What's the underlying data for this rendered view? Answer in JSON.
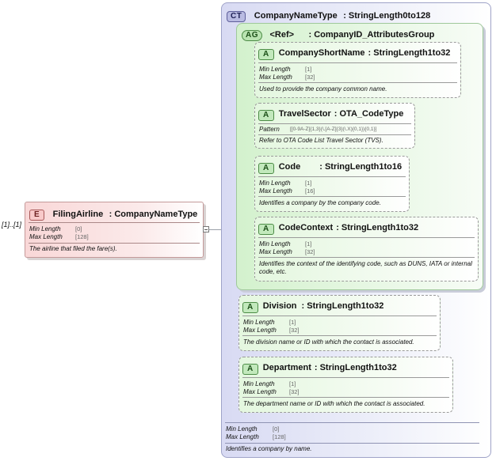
{
  "element": {
    "cardinality": "[1]..[1]",
    "badge": "E",
    "name": "FilingAirline",
    "type": ": CompanyNameType",
    "facets": [
      {
        "label": "Min Length",
        "value": "[0]"
      },
      {
        "label": "Max Length",
        "value": "[128]"
      }
    ],
    "doc": "The airline that filed the fare(s)."
  },
  "complex_type": {
    "badge": "CT",
    "name": "CompanyNameType",
    "type": ": StringLength0to128",
    "facets": [
      {
        "label": "Min Length",
        "value": "[0]"
      },
      {
        "label": "Max Length",
        "value": "[128]"
      }
    ],
    "doc": "Identifies a company by name."
  },
  "attribute_group": {
    "badge": "AG",
    "ref": "<Ref>",
    "name": ": CompanyID_AttributesGroup"
  },
  "attributes": [
    {
      "badge": "A",
      "name": "CompanyShortName",
      "type": ": StringLength1to32",
      "facets": [
        {
          "label": "Min Length",
          "value": "[1]"
        },
        {
          "label": "Max Length",
          "value": "[32]"
        }
      ],
      "doc": "Used to provide the company common name."
    },
    {
      "badge": "A",
      "name": "TravelSector",
      "type": ": OTA_CodeType",
      "facets": [
        {
          "label": "Pattern",
          "value": "[[0-9A-Z]{1,3}(\\.[A-Z]{3}(\\.X){0,1}){0,1}]"
        }
      ],
      "doc": "Refer to OTA Code List Travel Sector (TVS)."
    },
    {
      "badge": "A",
      "name": "Code",
      "type": ": StringLength1to16",
      "facets": [
        {
          "label": "Min Length",
          "value": "[1]"
        },
        {
          "label": "Max Length",
          "value": "[16]"
        }
      ],
      "doc": "Identifies a company by the company code."
    },
    {
      "badge": "A",
      "name": "CodeContext",
      "type": ": StringLength1to32",
      "facets": [
        {
          "label": "Min Length",
          "value": "[1]"
        },
        {
          "label": "Max Length",
          "value": "[32]"
        }
      ],
      "doc": "Identifies the context of the identifying code, such as DUNS, IATA or internal code, etc."
    },
    {
      "badge": "A",
      "name": "Division",
      "type": ": StringLength1to32",
      "facets": [
        {
          "label": "Min Length",
          "value": "[1]"
        },
        {
          "label": "Max Length",
          "value": "[32]"
        }
      ],
      "doc": "The division name or ID with which the contact is associated."
    },
    {
      "badge": "A",
      "name": "Department",
      "type": ": StringLength1to32",
      "facets": [
        {
          "label": "Min Length",
          "value": "[1]"
        },
        {
          "label": "Max Length",
          "value": "[32]"
        }
      ],
      "doc": "The department name or ID with which the contact is associated."
    }
  ]
}
